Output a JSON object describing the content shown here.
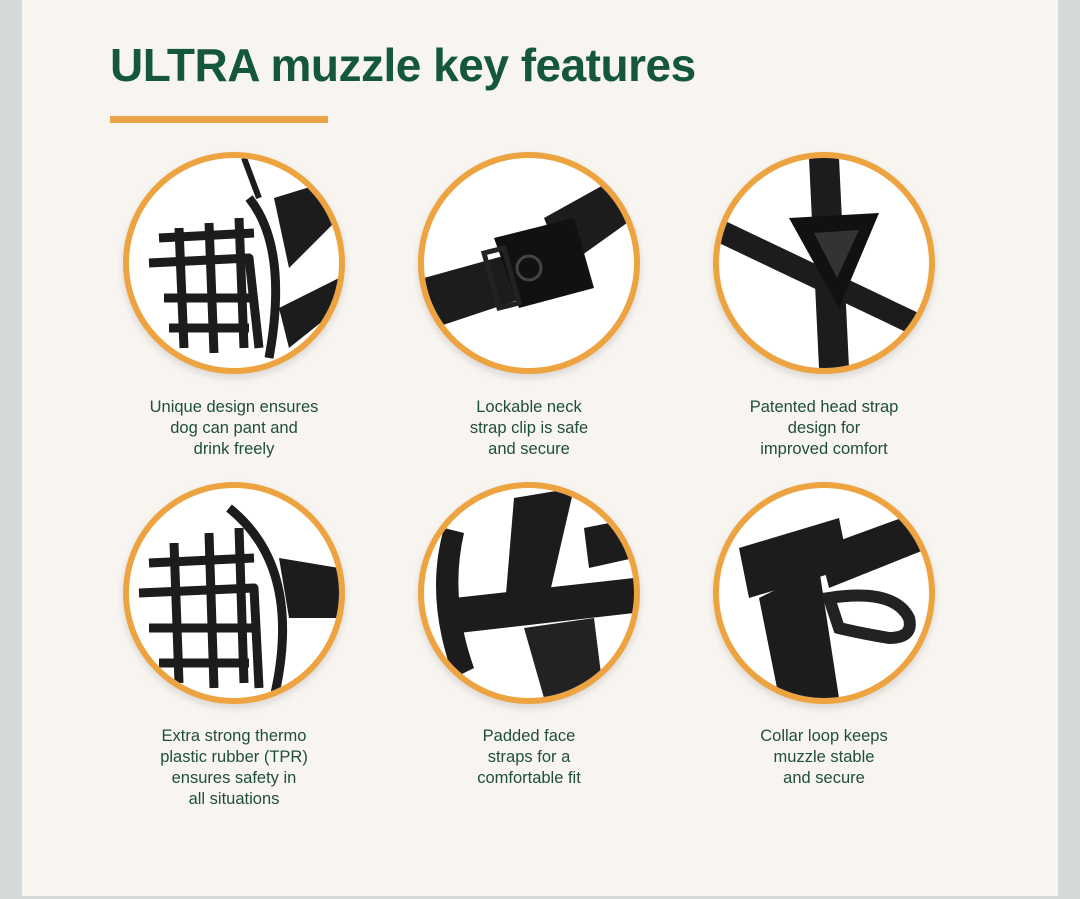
{
  "title": "ULTRA muzzle key features",
  "colors": {
    "title": "#14563e",
    "accent": "#eda448",
    "caption": "#1f4e3a",
    "background": "#f8f5f1",
    "frame": "#d5d9da"
  },
  "features": [
    {
      "icon": "muzzle-cage-side-image",
      "caption": [
        "Unique design ensures",
        "dog can pant and",
        "drink freely"
      ]
    },
    {
      "icon": "neck-strap-buckle-image",
      "caption": [
        "Lockable neck",
        "strap clip is safe",
        "and secure"
      ]
    },
    {
      "icon": "head-strap-slider-image",
      "caption": [
        "Patented head strap",
        "design for",
        "improved comfort"
      ]
    },
    {
      "icon": "muzzle-cage-tpr-image",
      "caption": [
        "Extra strong thermo",
        "plastic rubber (TPR)",
        "ensures safety in",
        "all situations"
      ]
    },
    {
      "icon": "padded-face-straps-image",
      "caption": [
        "Padded face",
        "straps for a",
        "comfortable fit"
      ]
    },
    {
      "icon": "collar-loop-image",
      "caption": [
        "Collar loop keeps",
        "muzzle stable",
        "and secure"
      ]
    }
  ]
}
